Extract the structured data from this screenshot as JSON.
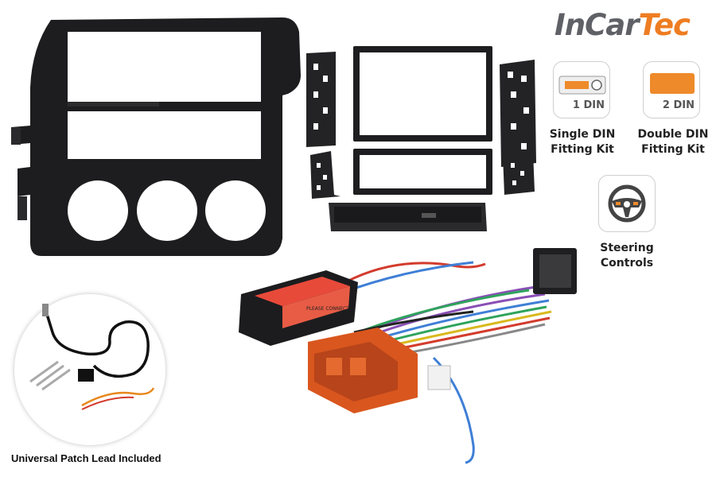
{
  "brand": {
    "part1": "InCar",
    "part2": "Tec",
    "color_dark": "#5f6166",
    "color_accent": "#ee7d22"
  },
  "kits": {
    "single_din": {
      "badge": "1 DIN",
      "line1": "Single DIN",
      "line2": "Fitting Kit",
      "icon": "single-din-radio-icon"
    },
    "double_din": {
      "badge": "2 DIN",
      "line1": "Double DIN",
      "line2": "Fitting Kit",
      "icon": "double-din-radio-icon"
    },
    "steering": {
      "line1": "Steering",
      "line2": "Controls",
      "icon": "steering-wheel-icon"
    }
  },
  "patch_lead": {
    "caption": "Universal Patch Lead Included"
  },
  "module_label": "PLEASE CONNECT"
}
